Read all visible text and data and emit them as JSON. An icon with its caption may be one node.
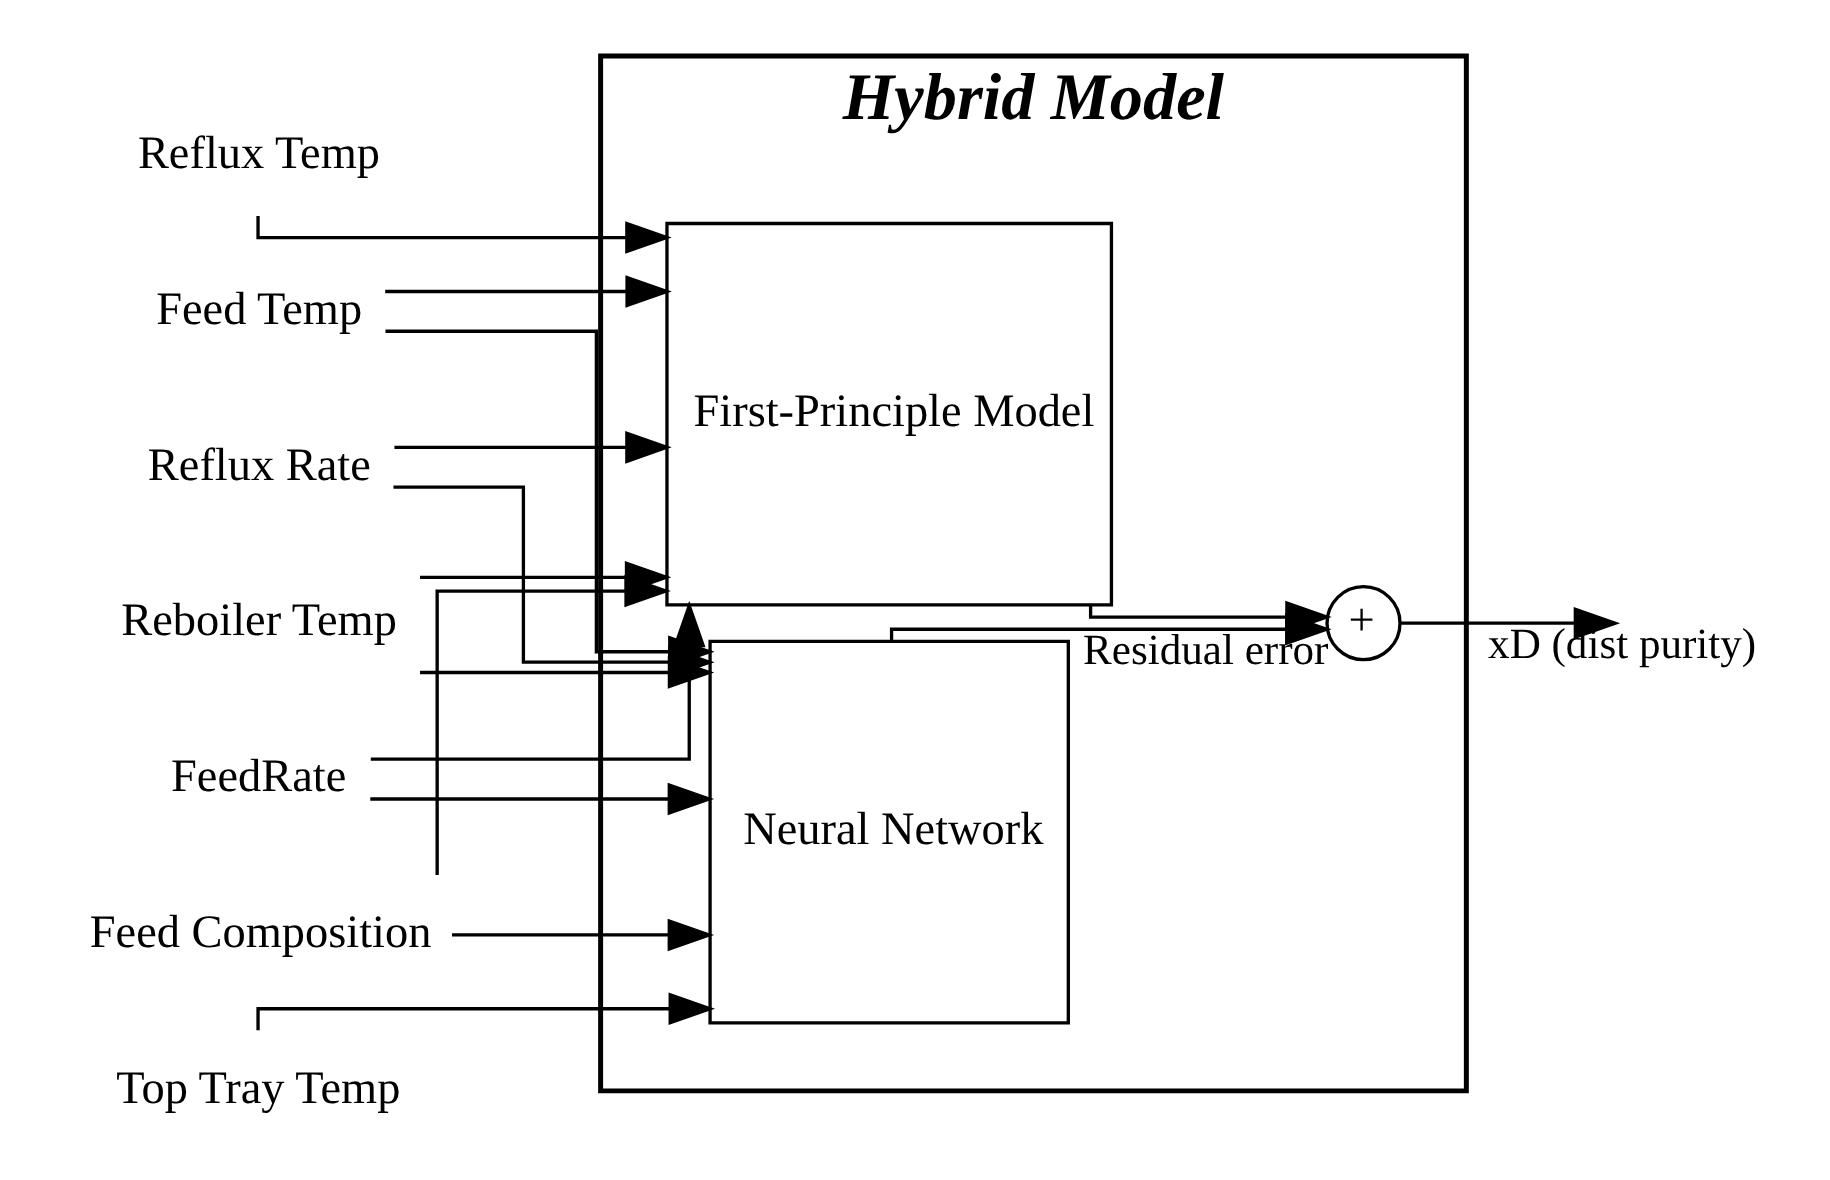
{
  "diagram": {
    "nodes": [
      {
        "text": [
          "Hybrid Model"
        ]
      },
      {
        "text": [
          "First-Principle Model"
        ],
        "in": 0
      },
      {
        "text": [
          "Neural Network"
        ],
        "in": 0
      },
      {
        "text": [
          "+"
        ],
        "in": 0
      },
      {
        "text": [
          "Reflux Temp"
        ]
      },
      {
        "text": [
          "FeedRate"
        ]
      },
      {
        "text": [
          "Feed Composition"
        ]
      },
      {
        "text": [
          "Feed Temp"
        ]
      },
      {
        "text": [
          "Reflux Rate"
        ]
      },
      {
        "text": [
          "Reboiler Temp"
        ]
      },
      {
        "text": [
          "Top Tray Temp"
        ]
      }
    ],
    "edges": [
      {
        "from": 4,
        "to": 1,
        "arrow": "to"
      },
      {
        "from": 5,
        "to": 1,
        "arrow": "to"
      },
      {
        "from": 5,
        "to": 2,
        "arrow": "to"
      },
      {
        "from": 6,
        "to": 1,
        "arrow": "to"
      },
      {
        "from": 6,
        "to": 2,
        "arrow": "to"
      },
      {
        "from": 7,
        "to": 1,
        "arrow": "to"
      },
      {
        "from": 7,
        "to": 2,
        "arrow": "to"
      },
      {
        "from": 8,
        "to": 1,
        "arrow": "to"
      },
      {
        "from": 8,
        "to": 2,
        "arrow": "to"
      },
      {
        "from": 9,
        "to": 1,
        "arrow": "to"
      },
      {
        "from": 9,
        "to": 2,
        "arrow": "to"
      },
      {
        "from": 10,
        "to": 2,
        "arrow": "to"
      },
      {
        "from": 1,
        "to": 3,
        "arrow": "to"
      },
      {
        "from": 2,
        "to": 3,
        "arrow": "to",
        "label": "Residual error"
      },
      {
        "from": 3,
        "to": null,
        "arrow": "to",
        "label": "xD (dist purity)"
      }
    ]
  }
}
